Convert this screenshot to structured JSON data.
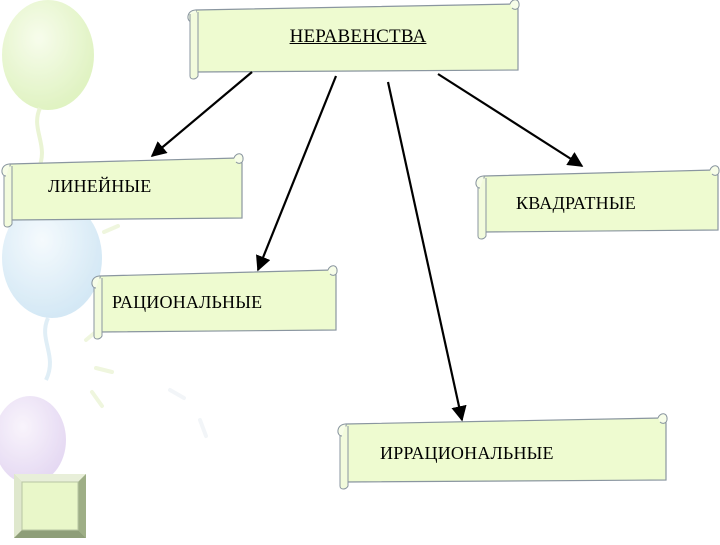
{
  "diagram": {
    "root": {
      "label": "НЕРАВЕНСТВА"
    },
    "nodes": [
      {
        "id": "linear",
        "label": "ЛИНЕЙНЫЕ"
      },
      {
        "id": "quadratic",
        "label": "КВАДРАТНЫЕ"
      },
      {
        "id": "rational",
        "label": "РАЦИОНАЛЬНЫЕ"
      },
      {
        "id": "irrational",
        "label": "ИРРАЦИОНАЛЬНЫЕ"
      }
    ],
    "edges": [
      {
        "from": "root",
        "to": "linear"
      },
      {
        "from": "root",
        "to": "rational"
      },
      {
        "from": "root",
        "to": "irrational"
      },
      {
        "from": "root",
        "to": "quadratic"
      }
    ]
  },
  "colors": {
    "scroll_fill": "#eefbd0",
    "scroll_stroke": "#8a96a0",
    "arrow": "#000000",
    "balloon_green": "#dff3b8",
    "balloon_blue": "#cfe6f4",
    "balloon_purple": "#e6d8f2",
    "frame_inner": "#e9f7c9"
  }
}
